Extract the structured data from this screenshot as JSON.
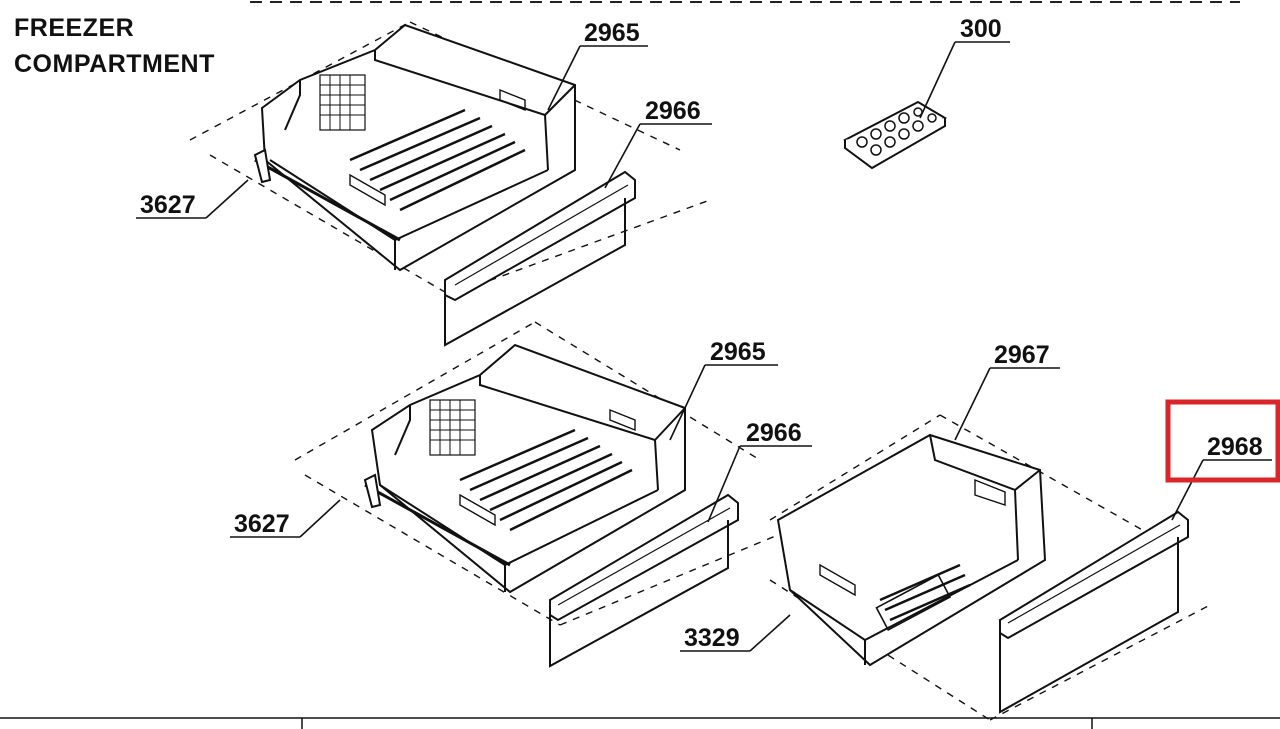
{
  "title": {
    "line1": "FREEZER",
    "line2": "COMPARTMENT"
  },
  "parts": {
    "tray_top": "300",
    "drawer_top": "2965",
    "front_top": "2966",
    "slide_top": "3627",
    "drawer_mid": "2965",
    "front_mid": "2966",
    "slide_mid": "3627",
    "drawer_low": "2967",
    "front_low": "2968",
    "slide_low": "3329"
  },
  "highlight": {
    "part": "2968",
    "color": "#d9262b"
  },
  "colors": {
    "line": "#111111",
    "dashed": "#222222",
    "background": "#ffffff"
  }
}
